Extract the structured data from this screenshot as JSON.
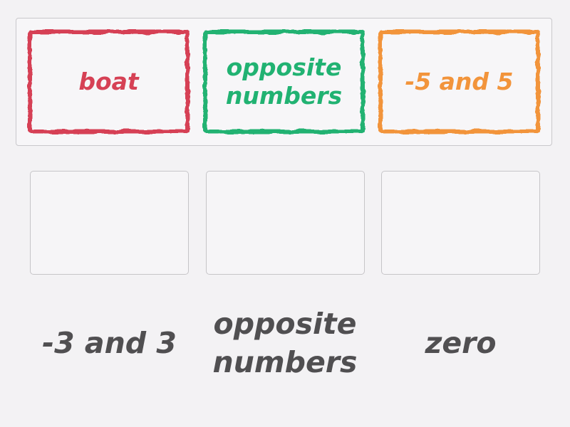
{
  "colors": {
    "page_bg": "#f3f2f4",
    "panel_bg": "#f7f6f8",
    "panel_border": "#c9c8cb",
    "zone_bg": "#f6f5f7",
    "zone_border": "#c6c5c8",
    "red": "#d64155",
    "green": "#21b272",
    "orange": "#f2943b",
    "answer_text": "#504f51"
  },
  "key_panel": {
    "cards": [
      {
        "label": "boat",
        "color": "#d64155"
      },
      {
        "label": "opposite numbers",
        "color": "#21b272"
      },
      {
        "label": "-5 and 5",
        "color": "#f2943b"
      }
    ]
  },
  "drop_zones": [
    {
      "value": ""
    },
    {
      "value": ""
    },
    {
      "value": ""
    }
  ],
  "answers": {
    "color": "#504f51",
    "items": [
      {
        "label": "-3 and 3"
      },
      {
        "label": "opposite numbers"
      },
      {
        "label": "zero"
      }
    ]
  }
}
